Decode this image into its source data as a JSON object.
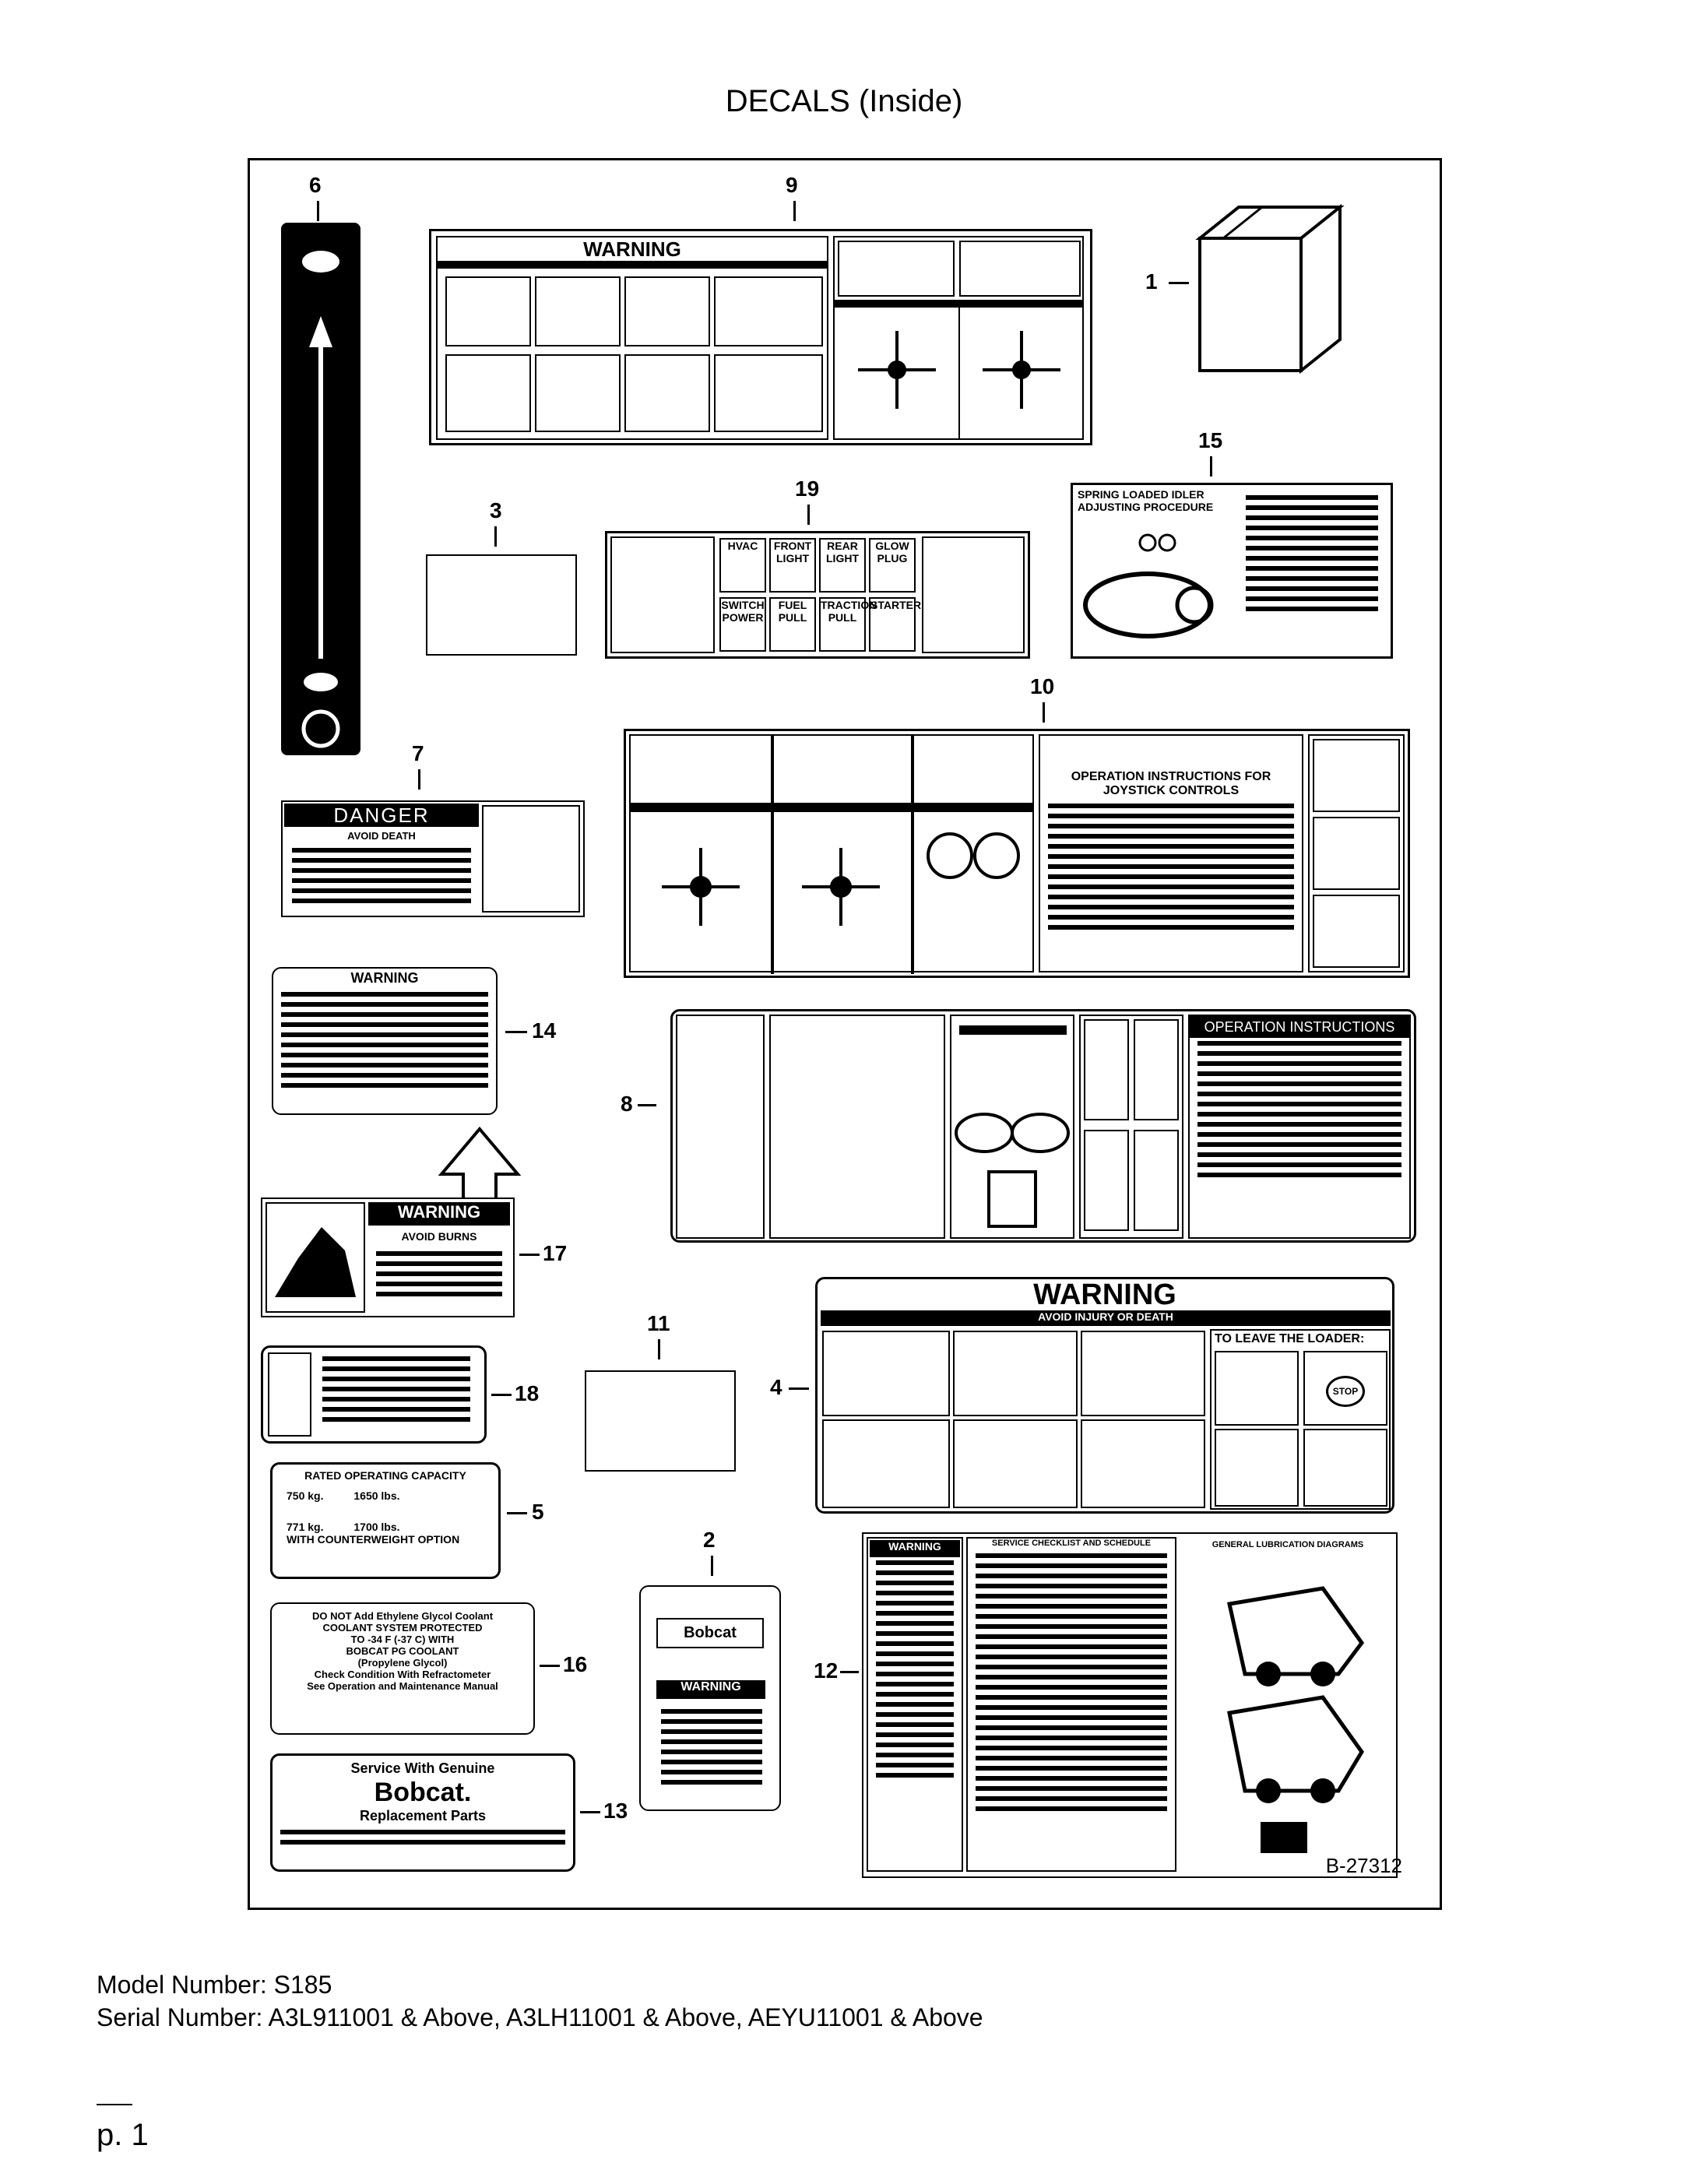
{
  "page": {
    "title": "DECALS (Inside)",
    "drawing_number": "B-27312",
    "model_number": "Model Number: S185",
    "serial_number": "Serial Number: A3L911001 & Above, A3LH11001 & Above, AEYU11001 & Above",
    "page_number": "p. 1"
  },
  "callouts": {
    "n1": "1",
    "n2": "2",
    "n3": "3",
    "n4": "4",
    "n5": "5",
    "n6": "6",
    "n7": "7",
    "n8": "8",
    "n9": "9",
    "n10": "10",
    "n11": "11",
    "n12": "12",
    "n13": "13",
    "n14": "14",
    "n15": "15",
    "n16": "16",
    "n17": "17",
    "n18": "18",
    "n19": "19"
  },
  "decals": {
    "d4_warning": "WARNING",
    "d4_sub": "AVOID INJURY OR DEATH",
    "d4_leave": "TO LEAVE THE LOADER:",
    "d7_danger": "DANGER",
    "d7_sub": "AVOID DEATH",
    "d9_warning": "WARNING",
    "d8_ops": "OPERATION INSTRUCTIONS",
    "d10_ops": "OPERATION INSTRUCTIONS FOR JOYSTICK CONTROLS",
    "d17_warning": "WARNING",
    "d17_sub": "AVOID BURNS",
    "d19_labels": [
      "HVAC",
      "FRONT LIGHT",
      "REAR LIGHT",
      "GLOW PLUG",
      "SWITCH POWER",
      "FUEL PULL",
      "TRACTION PULL",
      "STARTER"
    ],
    "d5_line1": "RATED OPERATING CAPACITY",
    "d5_line2": "750 kg.          1650 lbs.",
    "d5_line3": "771 kg.          1700 lbs.",
    "d5_line4": "WITH COUNTERWEIGHT OPTION",
    "d16_lines": [
      "DO NOT Add Ethylene Glycol Coolant",
      "COOLANT SYSTEM PROTECTED",
      "TO -34 F (-37 C) WITH",
      "BOBCAT PG COOLANT",
      "(Propylene Glycol)",
      "Check Condition With Refractometer",
      "See Operation and Maintenance Manual"
    ],
    "d13_line1": "Service With Genuine",
    "d13_brand": "Bobcat.",
    "d13_line2": "Replacement Parts",
    "d2_brand": "Bobcat",
    "d2_warning": "WARNING",
    "d12_warning": "WARNING",
    "d12_header": "SERVICE CHECKLIST AND SCHEDULE",
    "d12_diagram": "GENERAL LUBRICATION DIAGRAMS",
    "d15_header": "SPRING LOADED IDLER ADJUSTING PROCEDURE",
    "d2_box_label": "",
    "stop_label": "STOP"
  }
}
